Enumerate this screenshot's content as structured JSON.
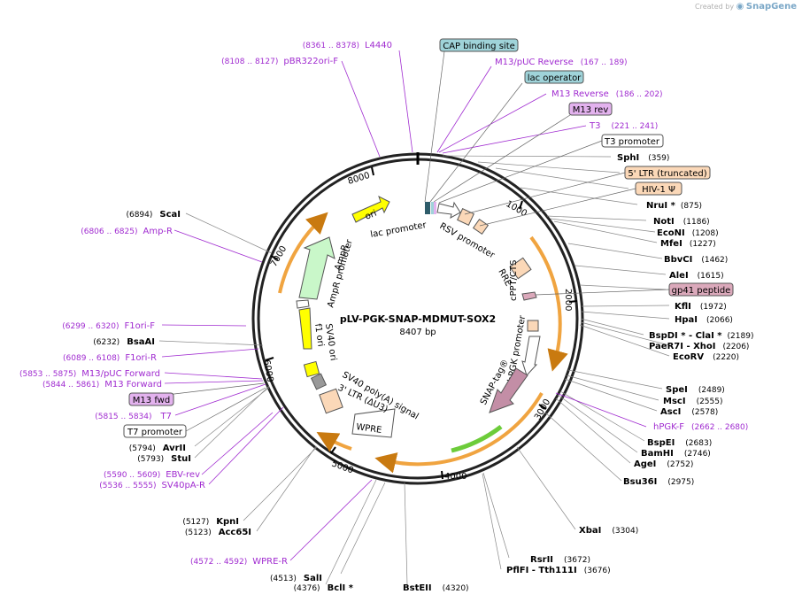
{
  "credit": {
    "prefix": "Created by",
    "brand": "SnapGene"
  },
  "plasmid": {
    "name": "pLV-PGK-SNAP-MDMUT-SOX2",
    "length": "8407 bp"
  },
  "ticks": [
    "1000",
    "2000",
    "3000",
    "4000",
    "5000",
    "6000",
    "7000",
    "8000"
  ],
  "sites_right": [
    {
      "name": "SphI",
      "pos": "(359)"
    },
    {
      "name": "NruI *",
      "pos": "(875)"
    },
    {
      "name": "NotI",
      "pos": "(1186)"
    },
    {
      "name": "EcoNI",
      "pos": "(1208)"
    },
    {
      "name": "MfeI",
      "pos": "(1227)"
    },
    {
      "name": "BbvCI",
      "pos": "(1462)"
    },
    {
      "name": "AleI",
      "pos": "(1615)"
    },
    {
      "name": "KflI",
      "pos": "(1972)"
    },
    {
      "name": "HpaI",
      "pos": "(2066)"
    },
    {
      "name": "BspDI * - ClaI *",
      "pos": "(2189)"
    },
    {
      "name": "PaeR7I - XhoI",
      "pos": "(2206)"
    },
    {
      "name": "EcoRV",
      "pos": "(2220)"
    },
    {
      "name": "SpeI",
      "pos": "(2489)"
    },
    {
      "name": "MscI",
      "pos": "(2555)"
    },
    {
      "name": "AscI",
      "pos": "(2578)"
    },
    {
      "name": "BspEI",
      "pos": "(2683)"
    },
    {
      "name": "BamHI",
      "pos": "(2746)"
    },
    {
      "name": "AgeI",
      "pos": "(2752)"
    },
    {
      "name": "Bsu36I",
      "pos": "(2975)"
    },
    {
      "name": "XbaI",
      "pos": "(3304)"
    },
    {
      "name": "RsrII",
      "pos": "(3672)"
    },
    {
      "name": "PflFI - Tth111I",
      "pos": "(3676)"
    },
    {
      "name": "BstEII",
      "pos": "(4320)"
    }
  ],
  "sites_left": [
    {
      "name": "ScaI",
      "pos": "(6894)"
    },
    {
      "name": "BsaAI",
      "pos": "(6232)"
    },
    {
      "name": "AvrII",
      "pos": "(5794)"
    },
    {
      "name": "StuI",
      "pos": "(5793)"
    },
    {
      "name": "KpnI",
      "pos": "(5127)"
    },
    {
      "name": "Acc65I",
      "pos": "(5123)"
    },
    {
      "name": "SalI",
      "pos": "(4513)"
    },
    {
      "name": "BclI *",
      "pos": "(4376)"
    }
  ],
  "primers": [
    {
      "name": "L4440",
      "pos": "(8361 .. 8378)"
    },
    {
      "name": "pBR322ori-F",
      "pos": "(8108 .. 8127)"
    },
    {
      "name": "M13/pUC Reverse",
      "pos": "(167 .. 189)"
    },
    {
      "name": "M13 Reverse",
      "pos": "(186 .. 202)"
    },
    {
      "name": "T3",
      "pos": "(221 .. 241)"
    },
    {
      "name": "Amp-R",
      "pos": "(6806 .. 6825)"
    },
    {
      "name": "F1ori-F",
      "pos": "(6299 .. 6320)"
    },
    {
      "name": "F1ori-R",
      "pos": "(6089 .. 6108)"
    },
    {
      "name": "M13/pUC Forward",
      "pos": "(5853 .. 5875)"
    },
    {
      "name": "M13 Forward",
      "pos": "(5844 .. 5861)"
    },
    {
      "name": "T7",
      "pos": "(5815 .. 5834)"
    },
    {
      "name": "EBV-rev",
      "pos": "(5590 .. 5609)"
    },
    {
      "name": "SV40pA-R",
      "pos": "(5536 .. 5555)"
    },
    {
      "name": "hPGK-F",
      "pos": "(2662 .. 2680)"
    },
    {
      "name": "WPRE-R",
      "pos": "(4572 .. 4592)"
    }
  ],
  "boxed_labels": {
    "cap": "CAP binding site",
    "lacop": "lac operator",
    "m13rev": "M13 rev",
    "t3prom": "T3 promoter",
    "ltr5": "5' LTR (truncated)",
    "hiv": "HIV-1 Ψ",
    "gp41": "gp41 peptide",
    "m13fwd": "M13 fwd",
    "t7prom": "T7 promoter"
  },
  "features": {
    "lac_promoter": "lac promoter",
    "rsv_promoter": "RSV promoter",
    "rre": "RRE",
    "cppt": "cPPT/CTS",
    "hpgk": "hPGK promoter",
    "snap": "SNAP-tag®",
    "wpre": "WPRE",
    "ltr3": "3' LTR (ΔU3)",
    "sv40pa": "SV40 poly(A) signal",
    "sv40ori": "SV40 ori",
    "f1ori": "f1 ori",
    "ampr_promoter": "AmpR promoter",
    "ampr": "AmpR",
    "ori": "ori"
  },
  "colors": {
    "cap_fill": "#9fd3d9",
    "m13_fill": "#e3b2ee",
    "ltr_fill": "#fbd8b8",
    "gp41_fill": "#dba9bb",
    "ampr_fill": "#c9f7c9",
    "ori_fill": "#ffff00",
    "snap_fill": "#c38ea6",
    "orange_arc": "#f0a440",
    "green_arc": "#6dcc3a",
    "primer_color": "#a02bd0"
  }
}
